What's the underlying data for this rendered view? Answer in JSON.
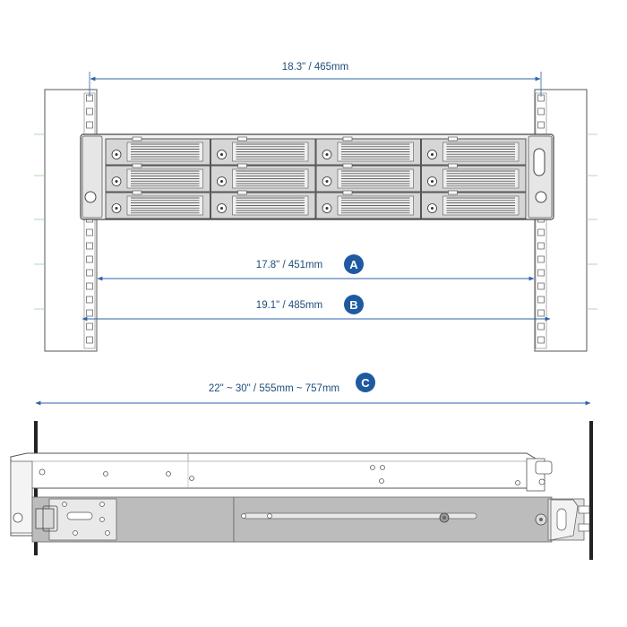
{
  "colors": {
    "dimension_line": "#2d63a8",
    "badge": "#1f5aa0",
    "label_text": "#1f4e7a",
    "outline": "#555555",
    "rail": "#bcbcbc"
  },
  "dimensions": {
    "overall_width": "18.3\" / 465mm",
    "A": {
      "letter": "A",
      "label": "17.8\" / 451mm"
    },
    "B": {
      "letter": "B",
      "label": "19.1\" / 485mm"
    },
    "C": {
      "letter": "C",
      "label": "22\" ~ 30\" /  555mm ~ 757mm"
    }
  },
  "front_view": {
    "drive_bays": {
      "rows": 3,
      "columns": 4
    }
  }
}
